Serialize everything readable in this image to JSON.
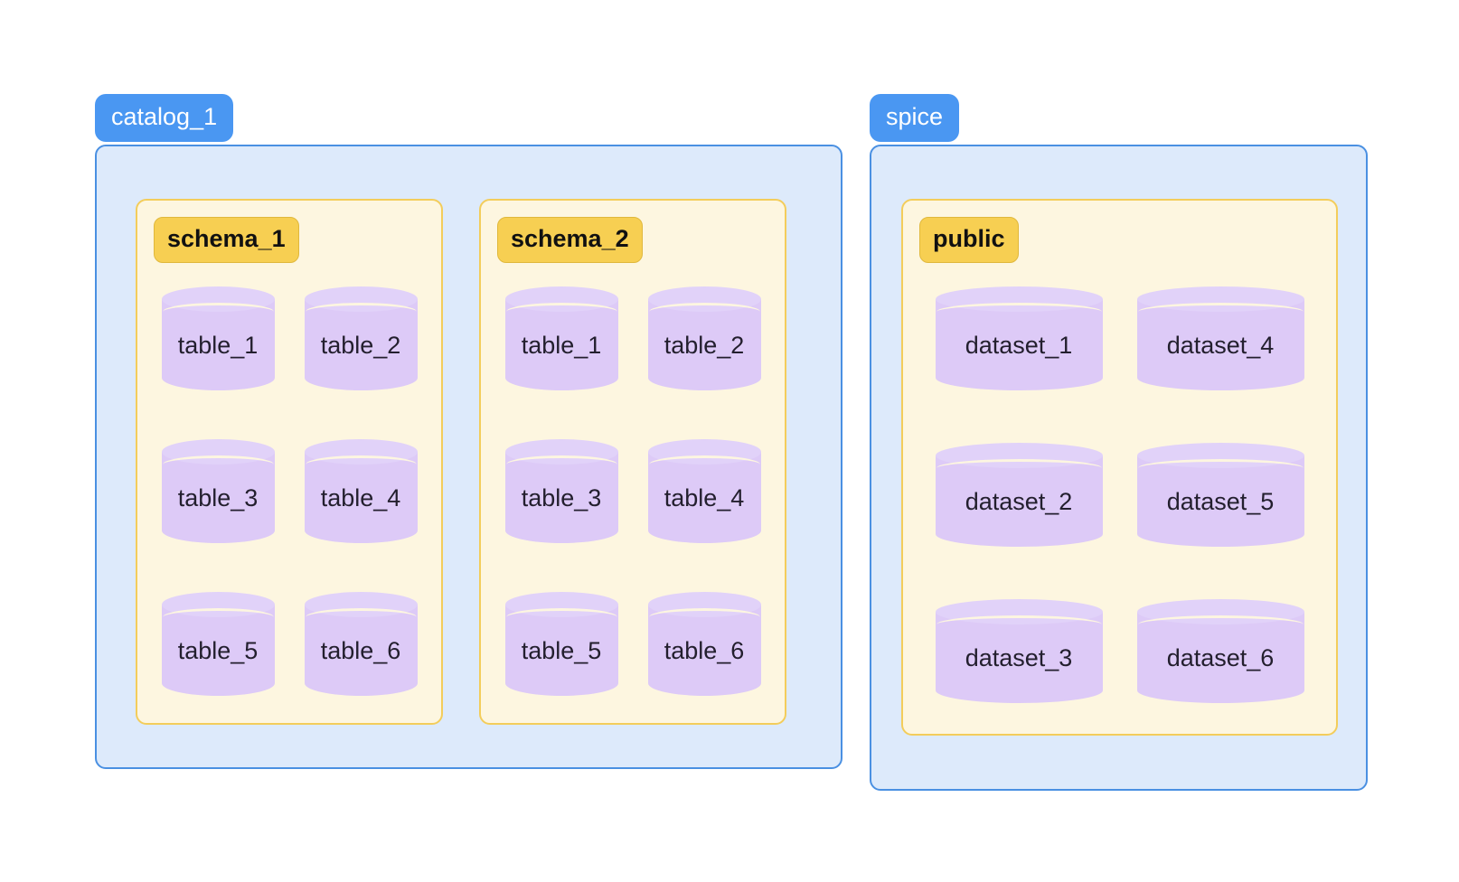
{
  "diagram": {
    "title": "Catalog / schema / table hierarchy",
    "colors": {
      "catalog_badge_bg": "#4a97f2",
      "catalog_badge_text": "#ffffff",
      "catalog_panel_bg": "#ddeafb",
      "catalog_panel_border": "#4a90e2",
      "schema_panel_bg": "#fdf6e0",
      "schema_panel_border": "#f3cd5b",
      "schema_badge_bg": "#f7cf52",
      "schema_badge_text": "#111111",
      "cylinder_body": "#ddcaf7",
      "cylinder_top": "#e1d2f9",
      "cylinder_label": "#231f2e",
      "background": "#ffffff"
    },
    "catalogs": [
      {
        "name": "catalog_1",
        "schemas": [
          {
            "name": "schema_1",
            "objects": [
              "table_1",
              "table_3",
              "table_5",
              "table_2",
              "table_4",
              "table_6"
            ]
          },
          {
            "name": "schema_2",
            "objects": [
              "table_1",
              "table_3",
              "table_5",
              "table_2",
              "table_4",
              "table_6"
            ]
          }
        ]
      },
      {
        "name": "spice",
        "schemas": [
          {
            "name": "public",
            "objects": [
              "dataset_1",
              "dataset_2",
              "dataset_3",
              "dataset_4",
              "dataset_5",
              "dataset_6"
            ]
          }
        ]
      }
    ]
  }
}
